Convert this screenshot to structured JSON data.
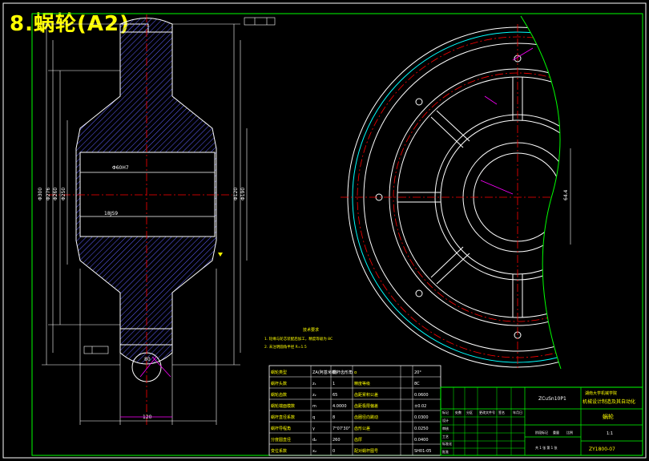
{
  "drawing": {
    "title": "8.蜗轮(A2)"
  },
  "tech_notes": {
    "heading": "技术要求",
    "lines": [
      "1. 轮缘与轮芯装配后加工，精度等级为 8C",
      "2. 未注明圆角半径 R=1.5"
    ]
  },
  "param_table": {
    "rows": [
      [
        "蜗轮类型",
        "ZA(阿基米德)",
        "蜗杆齿形角",
        "α",
        "20°"
      ],
      [
        "蜗杆头数",
        "z₁",
        "1",
        "精度等级",
        "8C"
      ],
      [
        "蜗轮齿数",
        "z₂",
        "65",
        "齿距累积公差",
        "0.0600"
      ],
      [
        "蜗轮端面模数",
        "m",
        "4.0000",
        "齿距极限偏差",
        "±0.02"
      ],
      [
        "蜗杆直径系数",
        "q",
        "8",
        "齿圈径向跳动",
        "0.0300"
      ],
      [
        "蜗杆导程角",
        "γ",
        "7°07'30\"",
        "齿形公差",
        "0.0250"
      ],
      [
        "分度圆直径",
        "d₂",
        "260",
        "齿厚",
        "0.0400"
      ],
      [
        "变位系数",
        "x₂",
        "0",
        "配对蜗杆图号",
        "SH01-05"
      ]
    ]
  },
  "title_block": {
    "material": "ZCuSn10P1",
    "school": "湖南大学机械学院",
    "project": "机械设计制造及其自动化",
    "part_name": "蜗轮",
    "drawing_no": "ZY1800-07",
    "scale": "1:1",
    "headers": [
      "标记",
      "处数",
      "分区",
      "更改文件号",
      "签名",
      "年月日"
    ],
    "roles": [
      "设计",
      "审核",
      "工艺",
      "标准化",
      "批准"
    ],
    "stage_labels": [
      "阶段标记",
      "重量",
      "比例"
    ],
    "sheet": "共 1 张 第 1 张"
  },
  "dimensions": {
    "outer_dia": "Φ300",
    "tip_dia": "Φ276",
    "pitch_dia": "Φ260",
    "root_dia": "Φ250",
    "hub_dia": "Φ120",
    "bore_dia": "Φ60H7",
    "bolt_circle": "Φ190",
    "face_width": "80",
    "hub_length": "120",
    "keyway": "18JS9"
  }
}
